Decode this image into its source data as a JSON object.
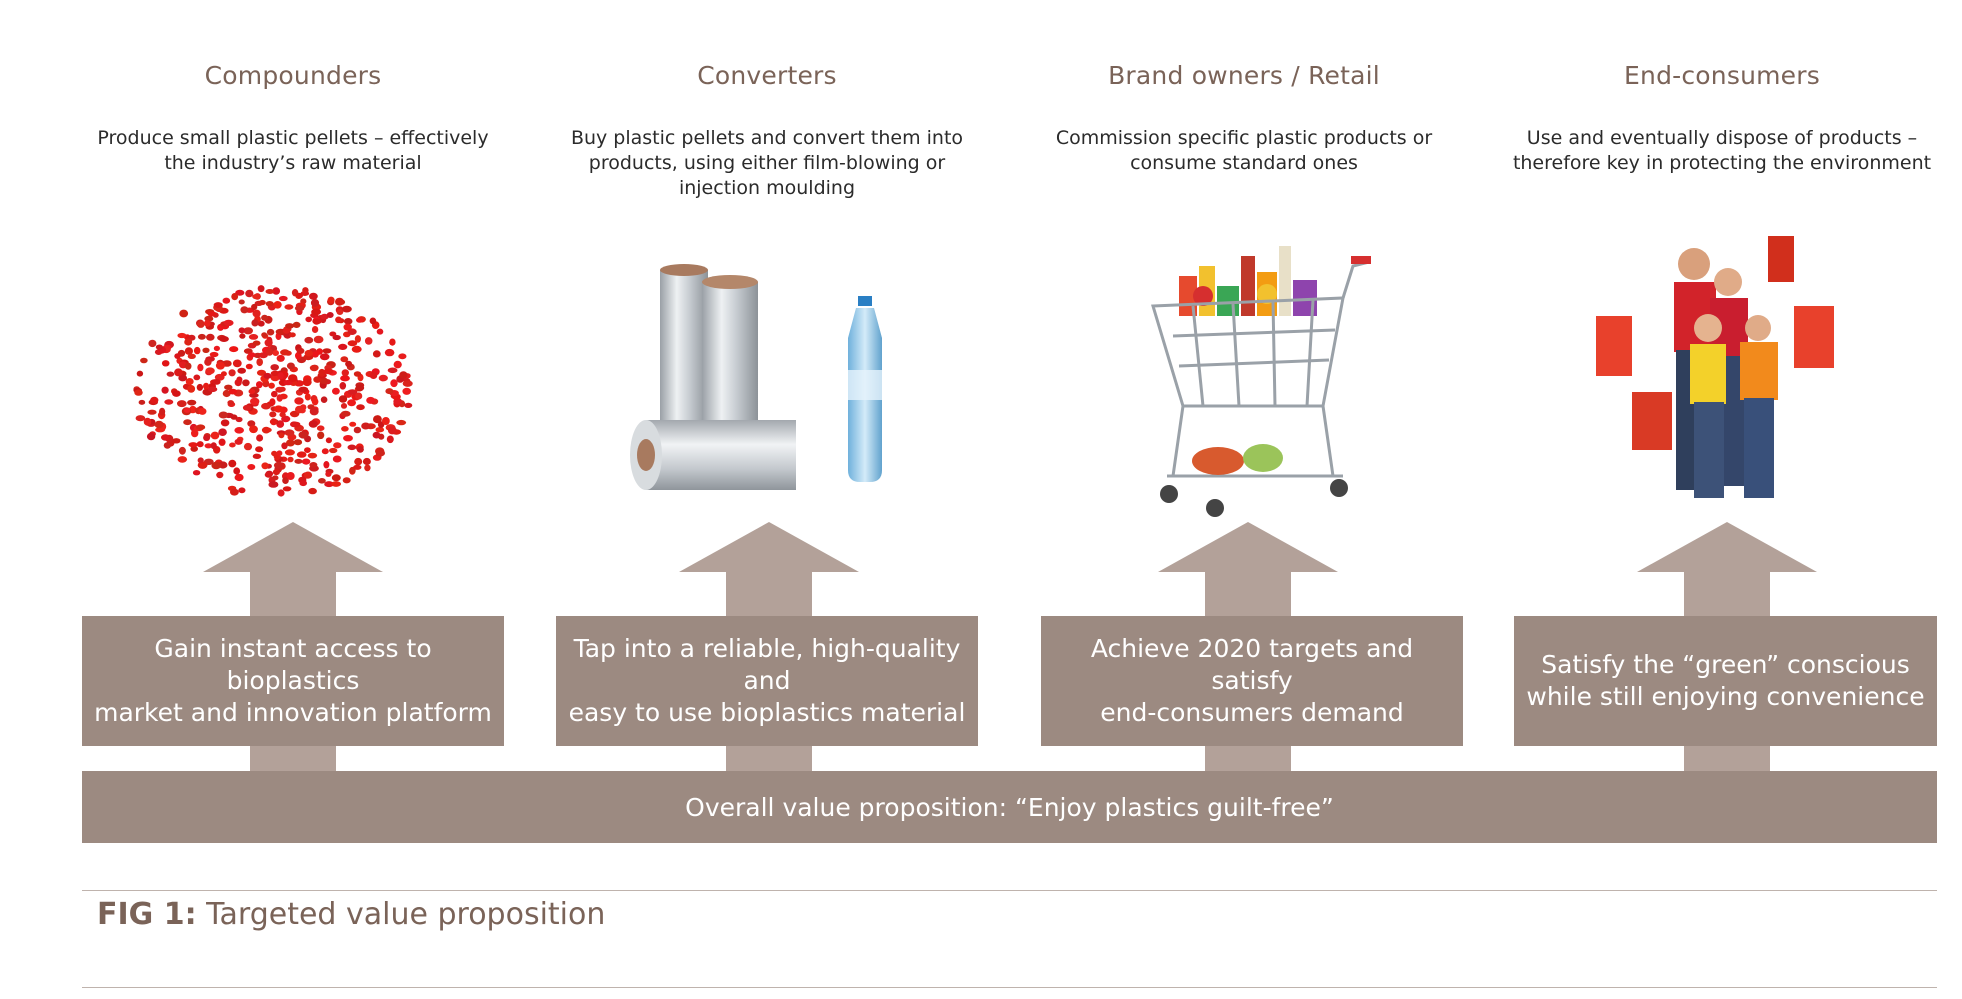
{
  "columns": [
    {
      "heading": "Compounders",
      "description_lines": [
        "Produce small plastic pellets – effectively",
        "the industry’s raw material"
      ],
      "value": [
        "Gain instant access to bioplastics",
        "market and innovation platform"
      ],
      "image": "red-plastic-pellets-icon"
    },
    {
      "heading": "Converters",
      "description_lines": [
        "Buy plastic pellets and convert them into",
        "products, using either film-blowing or",
        "injection moulding"
      ],
      "value": [
        "Tap into a reliable, high-quality and",
        "easy to use bioplastics material"
      ],
      "image": "film-rolls-and-bottle-icon"
    },
    {
      "heading": "Brand owners / Retail",
      "description_lines": [
        "Commission specific plastic products or",
        "consume standard ones"
      ],
      "value": [
        "Achieve 2020 targets and satisfy",
        "end-consumers demand"
      ],
      "image": "shopping-cart-icon"
    },
    {
      "heading": "End-consumers",
      "description_lines": [
        "Use and eventually dispose of products –",
        "therefore key in protecting the environment"
      ],
      "value": [
        "Satisfy the “green” conscious",
        "while still enjoying convenience"
      ],
      "image": "family-with-shopping-bags-icon"
    }
  ],
  "overall": "Overall value proposition: “Enjoy plastics guilt-free”",
  "caption": {
    "label": "FIG 1:",
    "text": " Targeted value proposition"
  },
  "colors": {
    "box": "#9c8a81",
    "arrow": "#b3a199",
    "heading": "#7a6358"
  }
}
